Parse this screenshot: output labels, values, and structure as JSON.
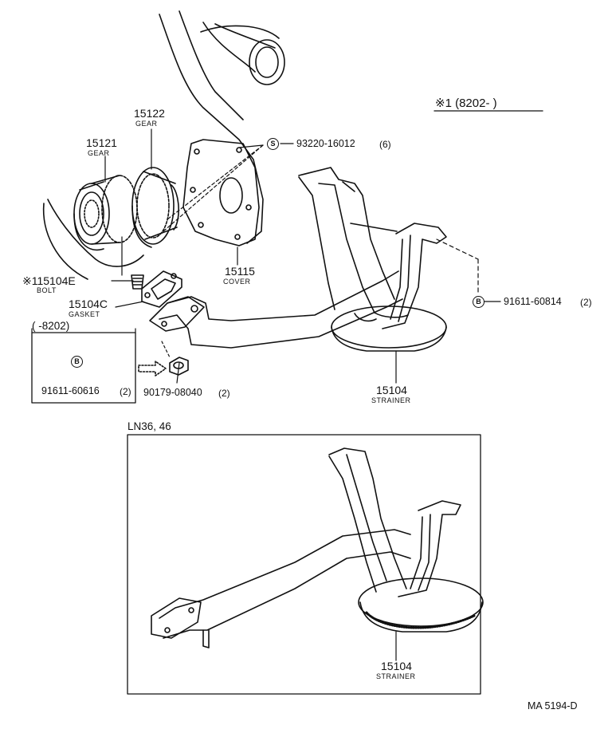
{
  "header_note": "※1 (8202-     )",
  "parts": {
    "gear_15122": {
      "number": "15122",
      "name": "GEAR"
    },
    "gear_15121": {
      "number": "15121",
      "name": "GEAR"
    },
    "cover": {
      "number": "15115",
      "name": "COVER"
    },
    "bolt": {
      "number": "※115104E",
      "name": "BOLT"
    },
    "gasket": {
      "number": "15104C",
      "name": "GASKET"
    },
    "strainer_main": {
      "number": "15104",
      "name": "STRAINER"
    },
    "strainer_inset": {
      "number": "15104",
      "name": "STRAINER"
    }
  },
  "fasteners": {
    "screw_s": {
      "badge": "S",
      "part": "93220-16012",
      "qty": "(6)"
    },
    "bolt_b_right": {
      "badge": "B",
      "part": "91611-60814",
      "qty": "(2)"
    },
    "nut": {
      "part": "90179-08040",
      "qty": "(2)"
    }
  },
  "old_box": {
    "range": "(    -8202)",
    "badge": "B",
    "part": "91611-60616",
    "qty": "(2)"
  },
  "inset": {
    "title": "LN36, 46"
  },
  "figure_code": "MA 5194-D"
}
